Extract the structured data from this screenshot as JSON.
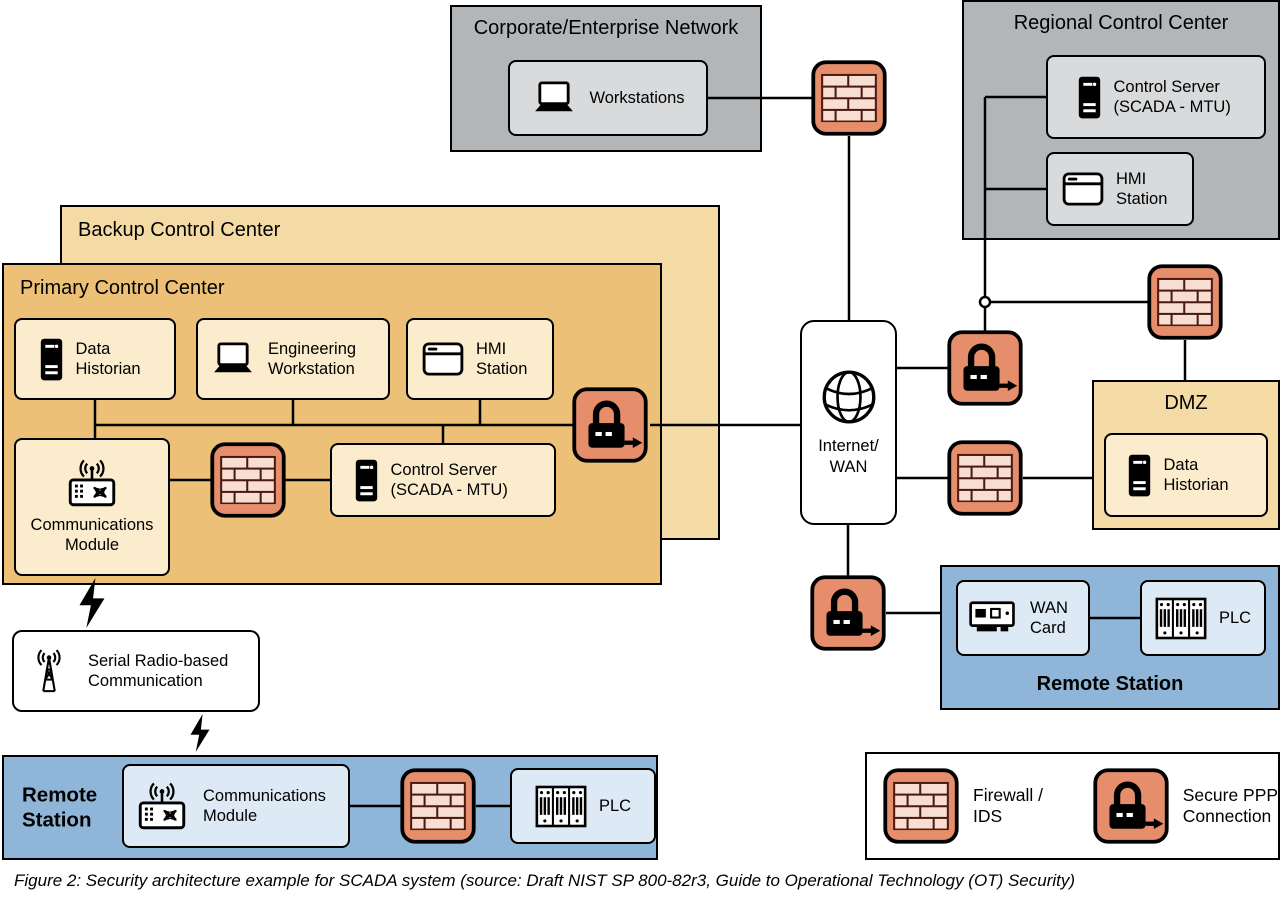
{
  "colors": {
    "gray_container": "#b2b6b9",
    "gray_node": "#d8dadc",
    "wheat_container": "#f4dba6",
    "orange_container": "#edc078",
    "tan_node": "#faeccd",
    "blue_container": "#8fb6d9",
    "blue_node": "#dde9f4",
    "salmon_tile": "#e68e6c",
    "brick": "#f8ded2",
    "mortar": "#4a1a10",
    "line": "#000000"
  },
  "icons": {
    "firewall": "firewall-icon",
    "secure_ppp": "secure-ppp-icon",
    "lightning": "lightning-bolt-icon",
    "globe": "globe-icon",
    "laptop": "laptop-icon",
    "server": "server-icon",
    "window": "app-window-icon",
    "radio_module": "radio-module-icon",
    "antenna_tower": "antenna-tower-icon",
    "wan_card": "wan-card-icon",
    "plc": "plc-icon"
  },
  "corporate_network": {
    "title": "Corporate/Enterprise Network",
    "workstations": {
      "label": "Workstations",
      "icon": "laptop-icon"
    }
  },
  "regional_control_center": {
    "title": "Regional Control Center",
    "control_server": {
      "label": "Control Server (SCADA - MTU)",
      "icon": "server-icon"
    },
    "hmi_station": {
      "label": "HMI Station",
      "icon": "app-window-icon"
    }
  },
  "backup_control_center": {
    "title": "Backup Control Center"
  },
  "primary_control_center": {
    "title": "Primary Control Center",
    "data_historian": {
      "label": "Data Historian",
      "icon": "server-icon"
    },
    "engineering_workstation": {
      "label": "Engineering Workstation",
      "icon": "laptop-icon"
    },
    "hmi_station": {
      "label": "HMI Station",
      "icon": "app-window-icon"
    },
    "communications_module": {
      "label": "Communications Module",
      "icon": "radio-module-icon"
    },
    "control_server": {
      "label": "Control Server (SCADA - MTU)",
      "icon": "server-icon"
    }
  },
  "internet": {
    "label_line1": "Internet/",
    "label_line2": "WAN",
    "icon": "globe-icon"
  },
  "dmz": {
    "title": "DMZ",
    "data_historian": {
      "label": "Data Historian",
      "icon": "server-icon"
    }
  },
  "remote_station_right": {
    "title": "Remote Station",
    "wan_card": {
      "label": "WAN Card",
      "icon": "wan-card-icon"
    },
    "plc": {
      "label": "PLC",
      "icon": "plc-icon"
    }
  },
  "serial_radio": {
    "label": "Serial Radio-based Communication",
    "icon": "antenna-tower-icon"
  },
  "remote_station_left": {
    "title": "Remote Station",
    "communications_module": {
      "label": "Communications Module",
      "icon": "radio-module-icon"
    },
    "plc": {
      "label": "PLC",
      "icon": "plc-icon"
    }
  },
  "legend": {
    "firewall": {
      "label": "Firewall / IDS",
      "icon": "firewall-icon"
    },
    "secure_ppp": {
      "label": "Secure PPP Connection",
      "icon": "secure-ppp-icon"
    }
  },
  "caption": "Figure 2: Security architecture example for SCADA system (source: Draft NIST SP 800-82r3, Guide to Operational Technology (OT) Security)"
}
